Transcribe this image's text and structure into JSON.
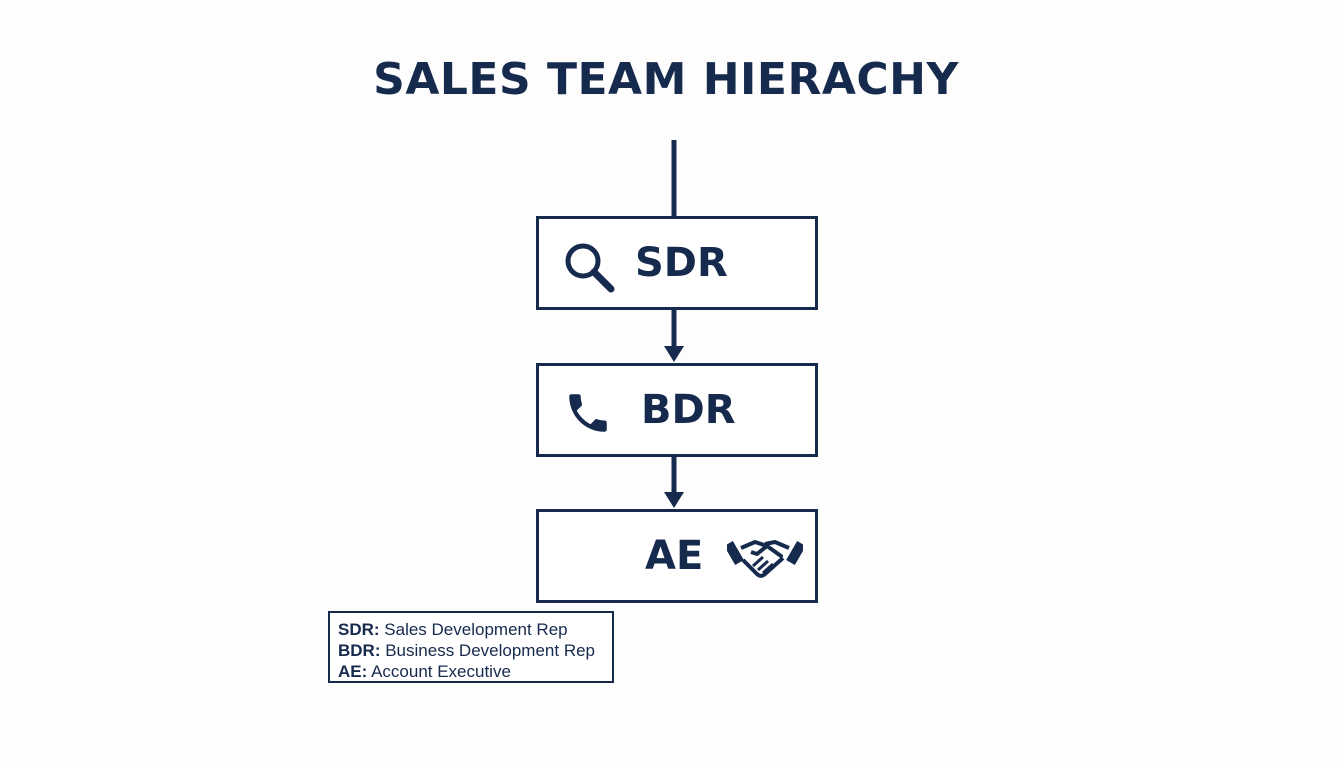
{
  "title": "SALES TEAM HIERACHY",
  "nodes": [
    {
      "label": "SDR",
      "icon": "search-icon"
    },
    {
      "label": "BDR",
      "icon": "phone-icon"
    },
    {
      "label": "AE",
      "icon": "handshake-icon"
    }
  ],
  "legend": [
    {
      "abbr": "SDR:",
      "text": " Sales Development Rep"
    },
    {
      "abbr": "BDR:",
      "text": " Business Development Rep"
    },
    {
      "abbr": "AE:",
      "text": " Account Executive"
    }
  ],
  "colors": {
    "primary": "#162a4d",
    "background": "#fdfdfd"
  }
}
